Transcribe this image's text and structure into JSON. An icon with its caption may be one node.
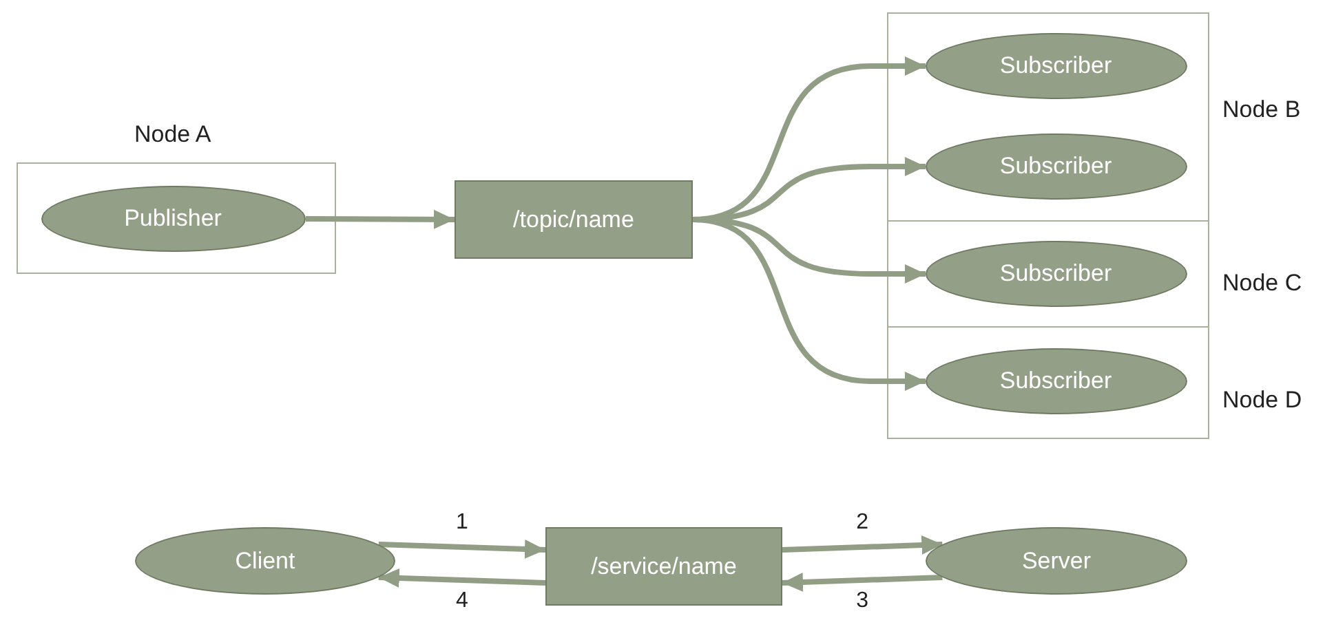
{
  "diagram": {
    "nodes": [
      {
        "text": [
          "Node A"
        ]
      },
      {
        "text": [
          "Publisher"
        ],
        "in": 0
      },
      {
        "text": [
          "/topic/name"
        ]
      },
      {
        "text": [
          "Node B"
        ]
      },
      {
        "text": [
          "Subscriber"
        ],
        "in": 3
      },
      {
        "text": [
          "Subscriber"
        ],
        "in": 3
      },
      {
        "text": [
          "Node C"
        ]
      },
      {
        "text": [
          "Subscriber"
        ],
        "in": 6
      },
      {
        "text": [
          "Node D"
        ]
      },
      {
        "text": [
          "Subscriber"
        ],
        "in": 8
      },
      {
        "text": [
          "Client"
        ]
      },
      {
        "text": [
          "/service/name"
        ]
      },
      {
        "text": [
          "Server"
        ]
      }
    ],
    "edges": [
      {
        "from": 1,
        "to": 2,
        "arrow": "to"
      },
      {
        "from": 2,
        "to": 4,
        "arrow": "to"
      },
      {
        "from": 2,
        "to": 5,
        "arrow": "to"
      },
      {
        "from": 2,
        "to": 7,
        "arrow": "to"
      },
      {
        "from": 2,
        "to": 9,
        "arrow": "to"
      },
      {
        "from": 10,
        "to": 11,
        "label": "1",
        "arrow": "to"
      },
      {
        "from": 11,
        "to": 12,
        "label": "2",
        "arrow": "to"
      },
      {
        "from": 12,
        "to": 11,
        "label": "3",
        "arrow": "to"
      },
      {
        "from": 11,
        "to": 10,
        "label": "4",
        "arrow": "to"
      }
    ]
  }
}
